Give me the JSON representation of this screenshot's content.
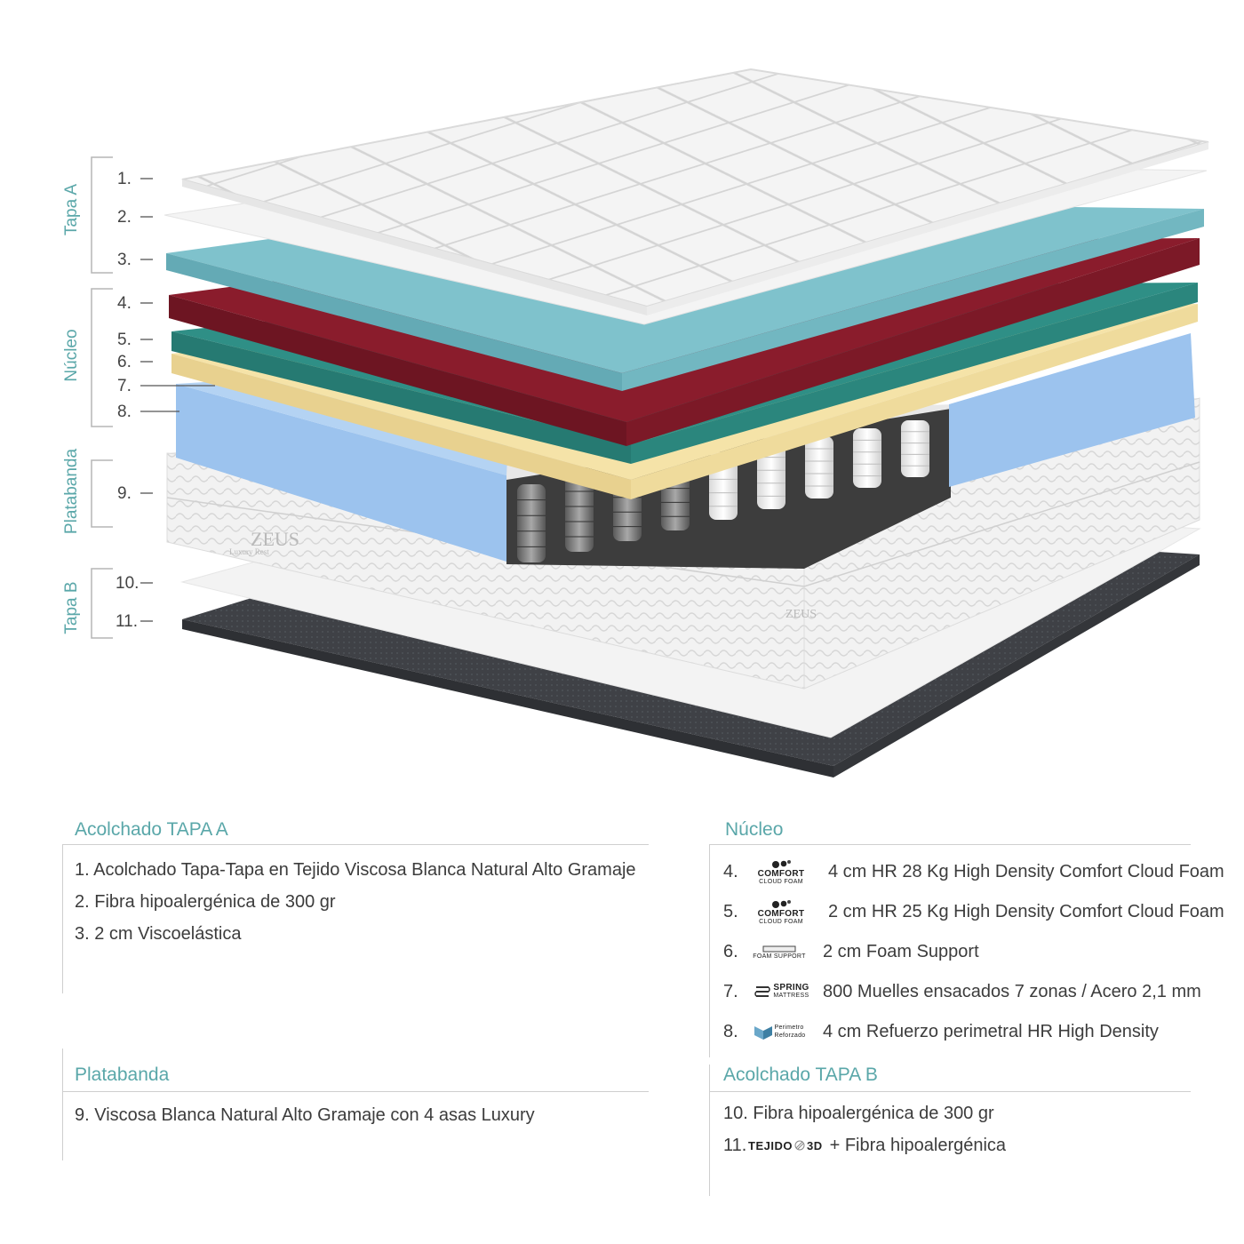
{
  "layer_numbers": [
    "1.",
    "2.",
    "3.",
    "4.",
    "5.",
    "6.",
    "7.",
    "8.",
    "9.",
    "10.",
    "11."
  ],
  "groups": {
    "tapa_a": "Tapa A",
    "nucleo": "Núcleo",
    "platabanda": "Platabanda",
    "tapa_b": "Tapa B"
  },
  "brand": {
    "name": "ZEUS",
    "tagline": "Luxury Rest",
    "side_mark": "ZEUS"
  },
  "logos": {
    "comfort": "COMFORT",
    "cloud_foam": "CLOUD FOAM",
    "foam_support": "FOAM SUPPORT",
    "spring": "SPRING",
    "mattress": "MATTRESS",
    "perimetro": "Perimetro",
    "reforzado": "Reforzado",
    "tejido": "TEJIDO",
    "three_d": "3D"
  },
  "panels": {
    "tapa_a": {
      "title": "Acolchado TAPA A",
      "items": [
        "1. Acolchado Tapa-Tapa en Tejido Viscosa Blanca Natural Alto Gramaje",
        "2. Fibra hipoalergénica de 300 gr",
        "3. 2 cm Viscoelástica"
      ]
    },
    "nucleo": {
      "title": "Núcleo",
      "items": [
        {
          "num": "4.",
          "text": "4 cm HR 28 Kg High Density Comfort Cloud Foam"
        },
        {
          "num": "5.",
          "text": "2 cm HR 25 Kg High Density Comfort Cloud Foam"
        },
        {
          "num": "6.",
          "text": "2 cm Foam Support"
        },
        {
          "num": "7.",
          "text": "800 Muelles ensacados 7 zonas / Acero 2,1 mm"
        },
        {
          "num": "8.",
          "text": "4 cm Refuerzo perimetral HR High Density"
        }
      ]
    },
    "platabanda": {
      "title": "Platabanda",
      "items": [
        "9. Viscosa Blanca Natural Alto Gramaje con 4 asas Luxury"
      ]
    },
    "tapa_b": {
      "title": "Acolchado TAPA B",
      "item_10": "10. Fibra hipoalergénica de 300 gr",
      "item_11_num": "11.",
      "item_11_text": "+ Fibra hipoalergénica"
    }
  },
  "colors": {
    "teal_label": "#5aa7a9",
    "viscoelastic": "#7fc2cc",
    "hr28": "#8a1c2c",
    "hr25": "#2f8f86",
    "foam_support": "#f5e3a8",
    "perimeter": "#9cc3ee",
    "tejido3d": "#3f4146"
  }
}
